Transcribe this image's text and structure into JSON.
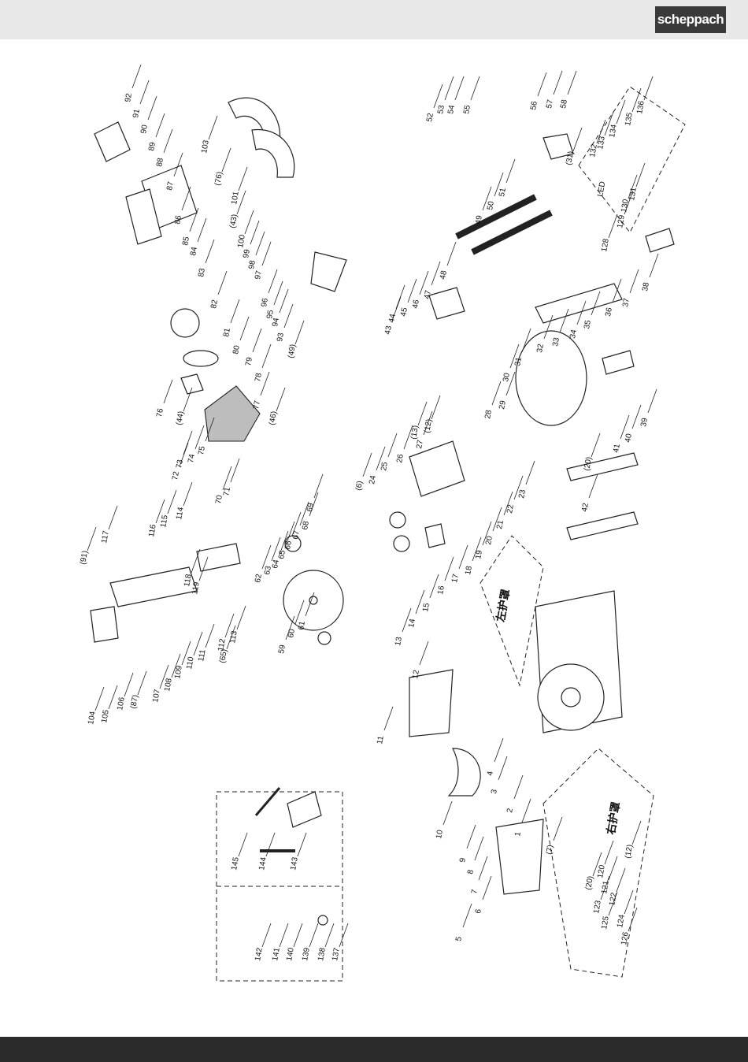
{
  "header": {
    "brand": "scheppach"
  },
  "callouts": [
    "1",
    "2",
    "3",
    "4",
    "5",
    "6",
    "7",
    "8",
    "9",
    "10",
    "11",
    "12",
    "13",
    "14",
    "15",
    "16",
    "17",
    "18",
    "19",
    "20",
    "21",
    "22",
    "23",
    "24",
    "25",
    "26",
    "27",
    "28",
    "29",
    "30",
    "31",
    "32",
    "33",
    "34",
    "35",
    "36",
    "37",
    "38",
    "39",
    "40",
    "41",
    "42",
    "43",
    "44",
    "45",
    "46",
    "47",
    "48",
    "49",
    "50",
    "51",
    "52",
    "53",
    "54",
    "55",
    "56",
    "57",
    "58",
    "59",
    "60",
    "61",
    "62",
    "63",
    "64",
    "65",
    "66",
    "67",
    "68",
    "69",
    "70",
    "71",
    "72",
    "73",
    "74",
    "75",
    "76",
    "77",
    "78",
    "79",
    "80",
    "81",
    "82",
    "83",
    "84",
    "85",
    "86",
    "87",
    "88",
    "89",
    "90",
    "91",
    "92",
    "93",
    "94",
    "95",
    "96",
    "97",
    "98",
    "99",
    "100",
    "101",
    "103",
    "104",
    "105",
    "106",
    "107",
    "108",
    "109",
    "110",
    "111",
    "112",
    "113",
    "114",
    "115",
    "116",
    "117",
    "118",
    "119",
    "120",
    "121",
    "122",
    "123",
    "124",
    "125",
    "126",
    "128",
    "129",
    "130",
    "131",
    "132",
    "133",
    "134",
    "135",
    "136",
    "137",
    "138",
    "139",
    "140",
    "141",
    "142",
    "143",
    "144",
    "145"
  ],
  "ref_callouts": [
    "(6)",
    "(13)",
    "(12)",
    "(20)",
    "(20)",
    "(31)",
    "(43)",
    "(44)",
    "(46)",
    "(49)",
    "(65)",
    "(76)",
    "(87)",
    "(91)",
    "(7)",
    "(12)"
  ],
  "guard_labels": {
    "left": "左护罩",
    "right": "右护罩"
  },
  "led_label": "LED"
}
